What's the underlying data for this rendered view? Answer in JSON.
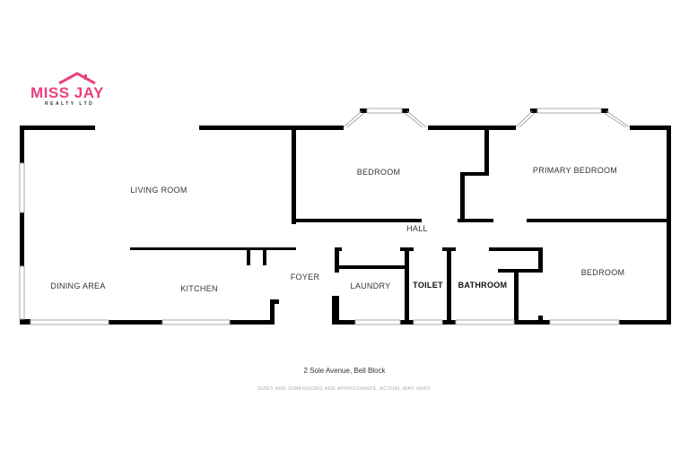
{
  "logo": {
    "name": "MISS JAY",
    "subtitle": "REALTY LTD",
    "color": "#e8417f"
  },
  "rooms": {
    "living_room": "LIVING ROOM",
    "dining_area": "DINING AREA",
    "kitchen": "KITCHEN",
    "foyer": "FOYER",
    "bedroom_1": "BEDROOM",
    "hall": "HALL",
    "primary_bedroom": "PRIMARY BEDROOM",
    "laundry": "LAUNDRY",
    "toilet": "TOILET",
    "bathroom": "BATHROOM",
    "bedroom_2": "BEDROOM"
  },
  "footer": {
    "address": "2 Sole Avenue, Bell Block",
    "disclaimer": "SIZES AND DIMENSIONS ARE APPROXIMATE, ACTUAL MAY VARY."
  },
  "colors": {
    "wall": "#000000",
    "window": "#cccccc",
    "background": "#ffffff"
  }
}
